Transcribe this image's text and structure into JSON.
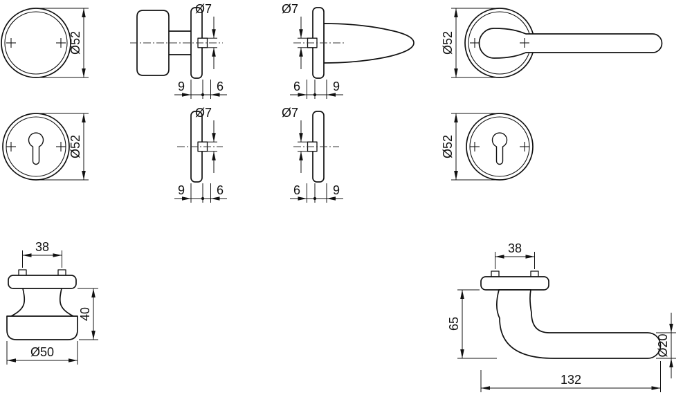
{
  "drawing": {
    "background": "#ffffff",
    "line_color": "#111111",
    "views": {
      "rosette_front_left": {
        "dia": "Ø52"
      },
      "cylinder_rosette_front_left": {
        "dia": "Ø52"
      },
      "knob_side": {
        "spindle_dia": "Ø7",
        "dim_left": "9",
        "dim_right": "6"
      },
      "lever_side": {
        "spindle_dia": "Ø7",
        "dim_left": "6",
        "dim_right": "9"
      },
      "rosette_side_left": {
        "spindle_dia": "Ø7",
        "dim_left": "9",
        "dim_right": "6"
      },
      "rosette_side_right": {
        "spindle_dia": "Ø7",
        "dim_left": "6",
        "dim_right": "9"
      },
      "lever_front": {
        "dia": "Ø52"
      },
      "cylinder_rosette_front_right": {
        "dia": "Ø52"
      },
      "knob_profile": {
        "screw_spacing": "38",
        "height": "40",
        "dia": "Ø50"
      },
      "lever_profile": {
        "screw_spacing": "38",
        "height": "65",
        "grip_dia": "Ø20",
        "length": "132"
      }
    }
  }
}
